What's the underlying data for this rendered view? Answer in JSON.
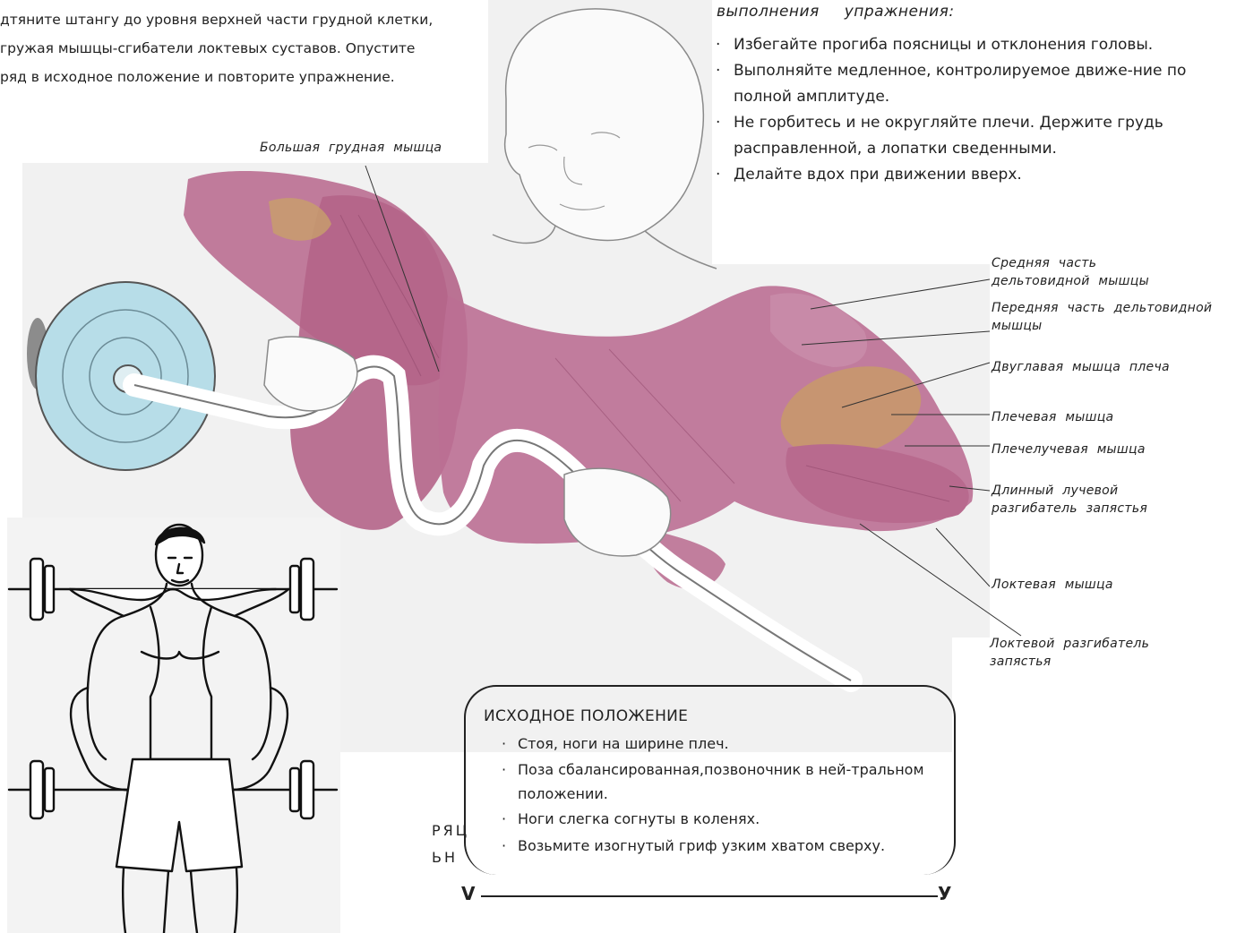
{
  "step_text": {
    "lines": [
      "дтяните штангу до уровня верхней части грудной клетки,",
      "гружая мышцы-сгибатели локтевых суставов. Опустите",
      "ряд в исходное положение и повторите упражнение."
    ]
  },
  "tips": {
    "title": "выполнения упражнения:",
    "items": [
      "Избегайте прогиба поясницы и отклонения головы.",
      "Выполняйте медленное, контролируемое движе-ние по полной амплитуде.",
      "Не горбитесь и не округляйте плечи. Держите грудь расправленной, а лопатки сведенными.",
      "Делайте вдох при движении вверх."
    ]
  },
  "muscle_labels": {
    "pectoralis": "Большая грудная мышца",
    "middle_deltoid": "Средняя часть дельтовидной мышцы",
    "anterior_deltoid": "Передняя часть дельтовидной мышцы",
    "biceps": "Двуглавая мышца плеча",
    "brachialis": "Плечевая мышца",
    "brachioradialis": "Плечелучевая мышца",
    "ext_carpi_radialis_longus": "Длинный лучевой разгибатель запястья",
    "anconeus": "Локтевая мышца",
    "ext_carpi_ulnaris": "Локтевой разгибатель запястья"
  },
  "start_position": {
    "title": "ИСХОДНОЕ ПОЛОЖЕНИЕ",
    "items": [
      "Стоя, ноги на ширине плеч.",
      "Поза сбалансированная,позвоночник в ней-тральном положении.",
      "Ноги слегка согнуты в коленях.",
      "Возьмите изогнутый гриф узким хватом сверху."
    ],
    "margin_marks": [
      "РЯЦ",
      "ЬН"
    ],
    "arrow_ends": [
      "V",
      "У"
    ]
  },
  "colors": {
    "muscle": "#b86a8e",
    "muscle_dark": "#8e4468",
    "tendon": "#c8a06a",
    "plate": "#b7dde8",
    "background_panel": "#f1f1f1",
    "line": "#333333"
  }
}
